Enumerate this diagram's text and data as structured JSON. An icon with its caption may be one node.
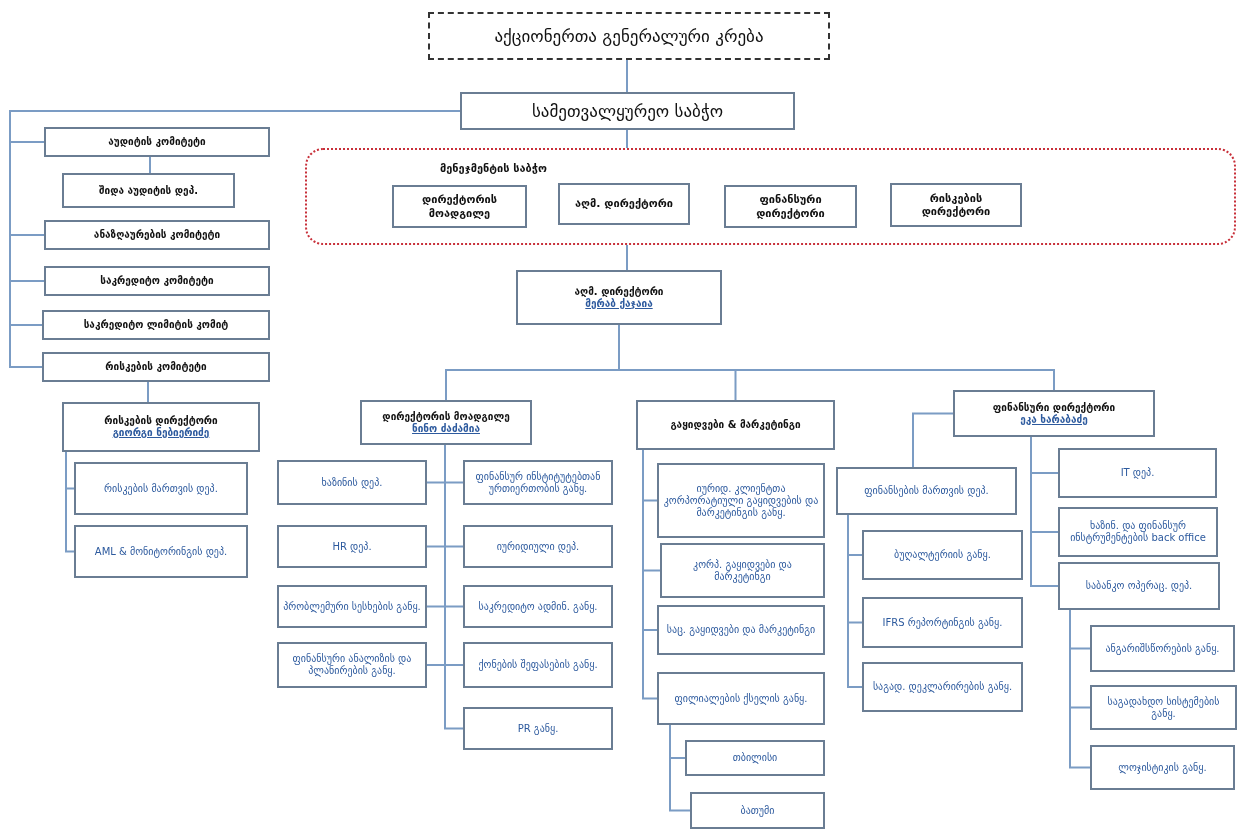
{
  "diagram": {
    "nodes": [
      {
        "text": [
          "აქციონერთა გენერალური კრება"
        ]
      },
      {
        "text": [
          "სამეთვალყურეო საბჭო"
        ]
      },
      {
        "text": [
          "აუდიტის კომიტეტი"
        ]
      },
      {
        "text": [
          "შიდა აუდიტის დეპ."
        ]
      },
      {
        "text": [
          "ანაზღაურების კომიტეტი"
        ]
      },
      {
        "text": [
          "საკრედიტო კომიტეტი"
        ]
      },
      {
        "text": [
          "საკრედიტო ლიმიტის კომიტ"
        ]
      },
      {
        "text": [
          "რისკების კომიტეტი"
        ]
      },
      {
        "text": [
          "რისკების დირექტორი",
          "გიორგი ნებიერიძე"
        ]
      },
      {
        "text": [
          "რისკების მართვის დეპ."
        ]
      },
      {
        "text": [
          "AML & მონიტორინგის დეპ."
        ]
      },
      {
        "text": [
          "მენეჯმენტის საბჭო"
        ]
      },
      {
        "text": [
          "დირექტორის მოადგილე"
        ],
        "in": 11
      },
      {
        "text": [
          "აღმ. დირექტორი"
        ],
        "in": 11
      },
      {
        "text": [
          "ფინანსური დირექტორი"
        ],
        "in": 11
      },
      {
        "text": [
          "რისკების დირექტორი"
        ],
        "in": 11
      },
      {
        "text": [
          "აღმ. დირექტორი",
          "მერაბ ქაჯაია"
        ]
      },
      {
        "text": [
          "დირექტორის მოადგილე",
          "ნინო ძაძამია"
        ]
      },
      {
        "text": [
          "ხაზინის დეპ."
        ]
      },
      {
        "text": [
          "HR დეპ."
        ]
      },
      {
        "text": [
          "პრობლემური სესხების განყ."
        ]
      },
      {
        "text": [
          "ფინანსური ანალიზის და პლანირების განყ."
        ]
      },
      {
        "text": [
          "ფინანსურ ინსტიტუტებთან ურთიერთობის განყ."
        ]
      },
      {
        "text": [
          "იურიდიული დეპ."
        ]
      },
      {
        "text": [
          "საკრედიტო ადმინ. განყ."
        ]
      },
      {
        "text": [
          "ქონების შეფასების განყ."
        ]
      },
      {
        "text": [
          "PR განყ."
        ]
      },
      {
        "text": [
          "გაყიდვები & მარკეტინგი"
        ]
      },
      {
        "text": [
          "იურიდ. კლიენტთა კორპორატიული გაყიდვების და მარკეტინგის განყ."
        ]
      },
      {
        "text": [
          "კორპ. გაყიდვები და მარკეტინგი"
        ]
      },
      {
        "text": [
          "საც. გაყიდვები და მარკეტინგი"
        ]
      },
      {
        "text": [
          "ფილიალების ქსელის განყ."
        ]
      },
      {
        "text": [
          "თბილისი"
        ]
      },
      {
        "text": [
          "ბათუმი"
        ]
      },
      {
        "text": [
          "ფინანსური დირექტორი",
          "ეკა ხარაბაძე"
        ]
      },
      {
        "text": [
          "ფინანსების მართვის დეპ."
        ]
      },
      {
        "text": [
          "ბუღალტერიის განყ."
        ]
      },
      {
        "text": [
          "IFRS რეპორტინგის განყ."
        ]
      },
      {
        "text": [
          "საგად. დეკლარირების განყ."
        ]
      },
      {
        "text": [
          "IT დეპ."
        ]
      },
      {
        "text": [
          "ხაზინ. და ფინანსურ ინსტრუმენტების back office"
        ]
      },
      {
        "text": [
          "საბანკო ოპერაც. დეპ."
        ]
      },
      {
        "text": [
          "ანგარიშსწორების განყ."
        ]
      },
      {
        "text": [
          "საგადახდო სისტემების განყ."
        ]
      },
      {
        "text": [
          "ლოჯისტიკის განყ."
        ]
      }
    ],
    "edges": [
      {
        "from": 0,
        "to": 1,
        "arrow": "none"
      },
      {
        "from": 1,
        "to": 2,
        "arrow": "none"
      },
      {
        "from": 2,
        "to": 3,
        "arrow": "none"
      },
      {
        "from": 1,
        "to": 4,
        "arrow": "none"
      },
      {
        "from": 1,
        "to": 5,
        "arrow": "none"
      },
      {
        "from": 1,
        "to": 6,
        "arrow": "none"
      },
      {
        "from": 1,
        "to": 7,
        "arrow": "none"
      },
      {
        "from": 7,
        "to": 8,
        "arrow": "none"
      },
      {
        "from": 8,
        "to": 9,
        "arrow": "none"
      },
      {
        "from": 8,
        "to": 10,
        "arrow": "none"
      },
      {
        "from": 1,
        "to": 11,
        "arrow": "none"
      },
      {
        "from": 11,
        "to": 16,
        "arrow": "none"
      },
      {
        "from": 16,
        "to": 17,
        "arrow": "none"
      },
      {
        "from": 16,
        "to": 27,
        "arrow": "none"
      },
      {
        "from": 16,
        "to": 34,
        "arrow": "none"
      },
      {
        "from": 17,
        "to": 18,
        "arrow": "none"
      },
      {
        "from": 17,
        "to": 19,
        "arrow": "none"
      },
      {
        "from": 17,
        "to": 20,
        "arrow": "none"
      },
      {
        "from": 17,
        "to": 21,
        "arrow": "none"
      },
      {
        "from": 17,
        "to": 22,
        "arrow": "none"
      },
      {
        "from": 17,
        "to": 23,
        "arrow": "none"
      },
      {
        "from": 17,
        "to": 24,
        "arrow": "none"
      },
      {
        "from": 17,
        "to": 25,
        "arrow": "none"
      },
      {
        "from": 17,
        "to": 26,
        "arrow": "none"
      },
      {
        "from": 27,
        "to": 28,
        "arrow": "none"
      },
      {
        "from": 27,
        "to": 29,
        "arrow": "none"
      },
      {
        "from": 27,
        "to": 30,
        "arrow": "none"
      },
      {
        "from": 27,
        "to": 31,
        "arrow": "none"
      },
      {
        "from": 31,
        "to": 32,
        "arrow": "none"
      },
      {
        "from": 31,
        "to": 33,
        "arrow": "none"
      },
      {
        "from": 34,
        "to": 35,
        "arrow": "none"
      },
      {
        "from": 35,
        "to": 36,
        "arrow": "none"
      },
      {
        "from": 35,
        "to": 37,
        "arrow": "none"
      },
      {
        "from": 35,
        "to": 38,
        "arrow": "none"
      },
      {
        "from": 34,
        "to": 39,
        "arrow": "none"
      },
      {
        "from": 34,
        "to": 40,
        "arrow": "none"
      },
      {
        "from": 34,
        "to": 41,
        "arrow": "none"
      },
      {
        "from": 41,
        "to": 42,
        "arrow": "none"
      },
      {
        "from": 41,
        "to": 43,
        "arrow": "none"
      },
      {
        "from": 41,
        "to": 44,
        "arrow": "none"
      }
    ]
  }
}
